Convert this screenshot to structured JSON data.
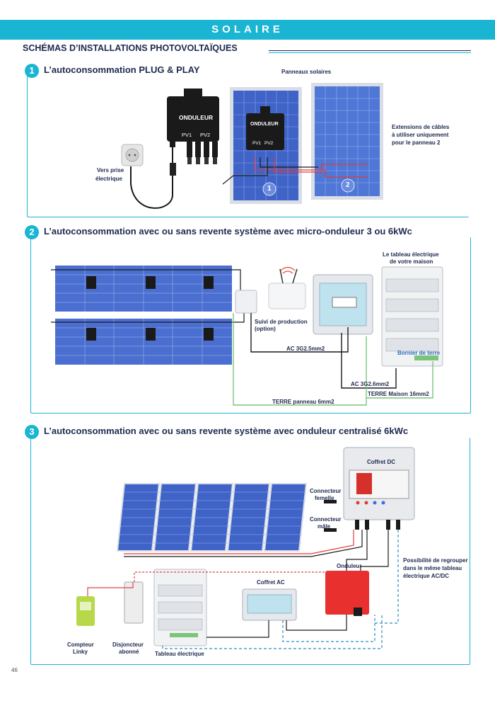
{
  "header": {
    "banner_title": "SOLAIRE",
    "page_heading": "SCHÉMAS D’INSTALLATIONS PHOTOVOLTAÏQUES"
  },
  "section1": {
    "number": "1",
    "title": "L’autoconsommation PLUG & PLAY",
    "panels_label": "Panneaux solaires",
    "inverter_label": "ONDULEUR",
    "inverter_label_2": "ONDULEUR",
    "pv1": "PV1",
    "pv2": "PV2",
    "pv1_b": "PV1",
    "pv2_b": "PV2",
    "socket_label_1": "Vers prise",
    "socket_label_2": "électrique",
    "ext_label_1": "Extensions de câbles",
    "ext_label_2": "à utiliser uniquement",
    "ext_label_3": "pour le panneau 2",
    "panel1_num": "1",
    "panel2_num": "2"
  },
  "section2": {
    "number": "2",
    "title": "L’autoconsommation avec ou sans revente système avec micro-onduleur 3 ou 6kWc",
    "board_label_1": "Le tableau électrique",
    "board_label_2": "de votre maison",
    "monitor_label_1": "Suivi de production",
    "monitor_label_2": "(option)",
    "cable_ac1": "AC 3G2.5mm2",
    "cable_ac2": "AC 3G2.6mm2",
    "terre_maison": "TERRE Maison 16mm2",
    "terre_panneau": "TERRE panneau 6mm2",
    "bornier": "Bornier de terre"
  },
  "section3": {
    "number": "3",
    "title": "L’autoconsommation avec ou sans revente système avec onduleur centralisé 6kWc",
    "coffret_dc": "Coffret DC",
    "connecteur_femelle_1": "Connecteur",
    "connecteur_femelle_2": "femelle",
    "connecteur_male_1": "Connecteur",
    "connecteur_male_2": "mâle",
    "regroup_1": "Possibilité de regrouper",
    "regroup_2": "dans le même tableau",
    "regroup_3": "électrique AC/DC",
    "onduleur": "Onduleur",
    "coffret_ac": "Coffret AC",
    "compteur_1": "Compteur",
    "compteur_2": "Linky",
    "disjoncteur_1": "Disjoncteur",
    "disjoncteur_2": "abonné",
    "tableau": "Tableau électrique"
  },
  "footer": {
    "page_number": "46"
  },
  "colors": {
    "accent": "#1bb5d4",
    "navy": "#1e2a4f",
    "panel_blue": "#3f63c6",
    "ground_green": "#7cc47a",
    "inverter_red": "#e8312f"
  }
}
